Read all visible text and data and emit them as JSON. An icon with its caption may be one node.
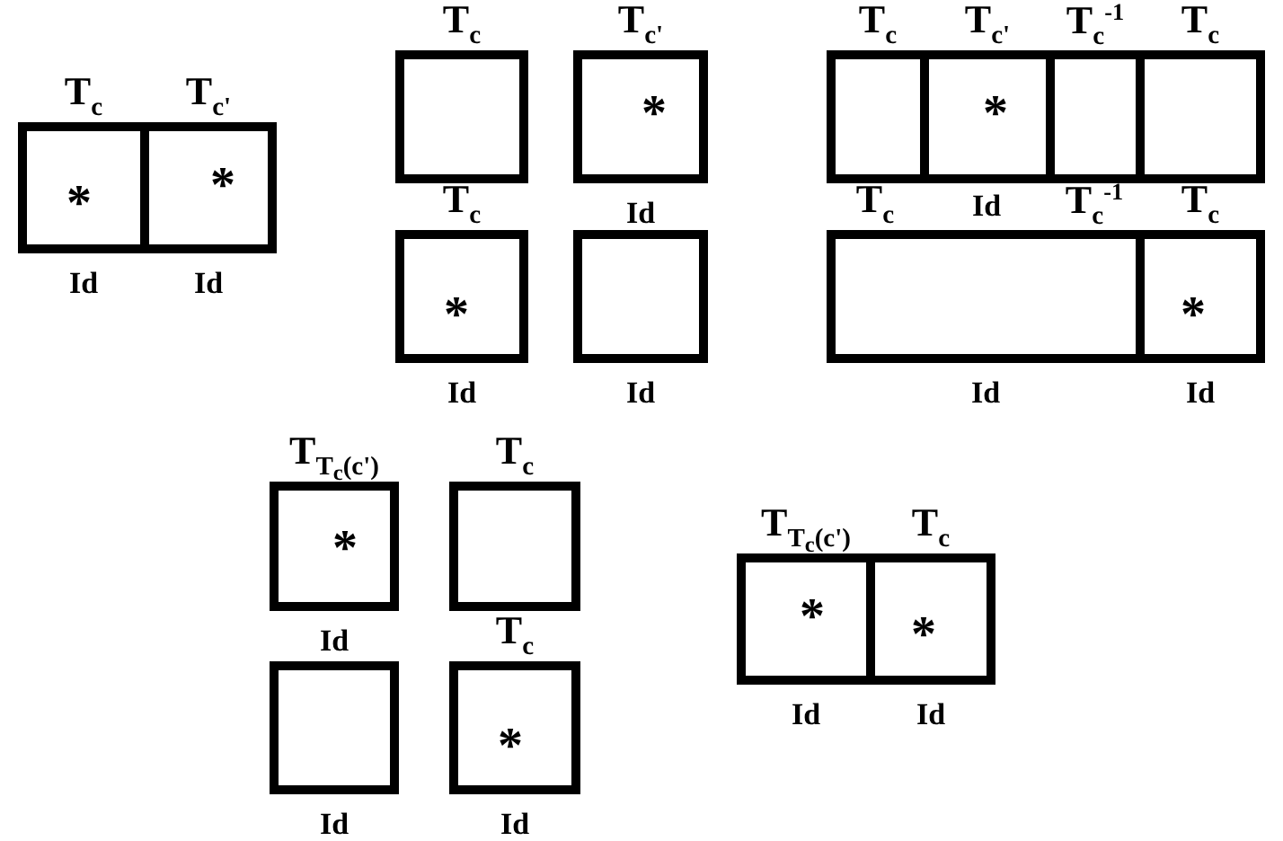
{
  "diagram": {
    "nodes": [
      {
        "text": [
          "T$_{c}$",
          "*"
        ],
        "beside": [
          "Id"
        ]
      },
      {
        "text": [
          "T$_{c'}$",
          "*"
        ],
        "beside": [
          "Id"
        ]
      },
      {
        "text": [
          "T$_{c}$"
        ]
      },
      {
        "text": [
          "T$_{c'}$",
          "*"
        ],
        "beside": [
          "Id"
        ]
      },
      {
        "text": [
          "T$_{c}$",
          "*"
        ],
        "beside": [
          "Id"
        ]
      },
      {
        "text": [],
        "shape": "box",
        "beside": [
          "Id"
        ]
      },
      {
        "text": [
          "T$_{c}$"
        ]
      },
      {
        "text": [
          "T$_{c'}$",
          "*"
        ]
      },
      {
        "text": [
          "T$_{c}$$^{-1}$"
        ]
      },
      {
        "text": [
          "T$_{c}$"
        ]
      },
      {
        "text": [
          "T$_{c}$",
          "Id",
          "T$_{c}$$^{-1}$"
        ],
        "beside": [
          "Id"
        ]
      },
      {
        "text": [
          "T$_{c}$",
          "*"
        ],
        "beside": [
          "Id"
        ]
      },
      {
        "text": [
          "T$_{T}$$_{c}$$_{(c')}$",
          "*"
        ],
        "beside": [
          "Id"
        ]
      },
      {
        "text": [
          "T$_{c}$"
        ]
      },
      {
        "text": [],
        "shape": "box",
        "beside": [
          "Id"
        ]
      },
      {
        "text": [
          "T$_{c}$",
          "*"
        ],
        "beside": [
          "Id"
        ]
      },
      {
        "text": [
          "T$_{T}$$_{c}$$_{(c')}$",
          "*"
        ],
        "beside": [
          "Id"
        ]
      },
      {
        "text": [
          "T$_{c}$",
          "*"
        ],
        "beside": [
          "Id"
        ]
      }
    ]
  }
}
